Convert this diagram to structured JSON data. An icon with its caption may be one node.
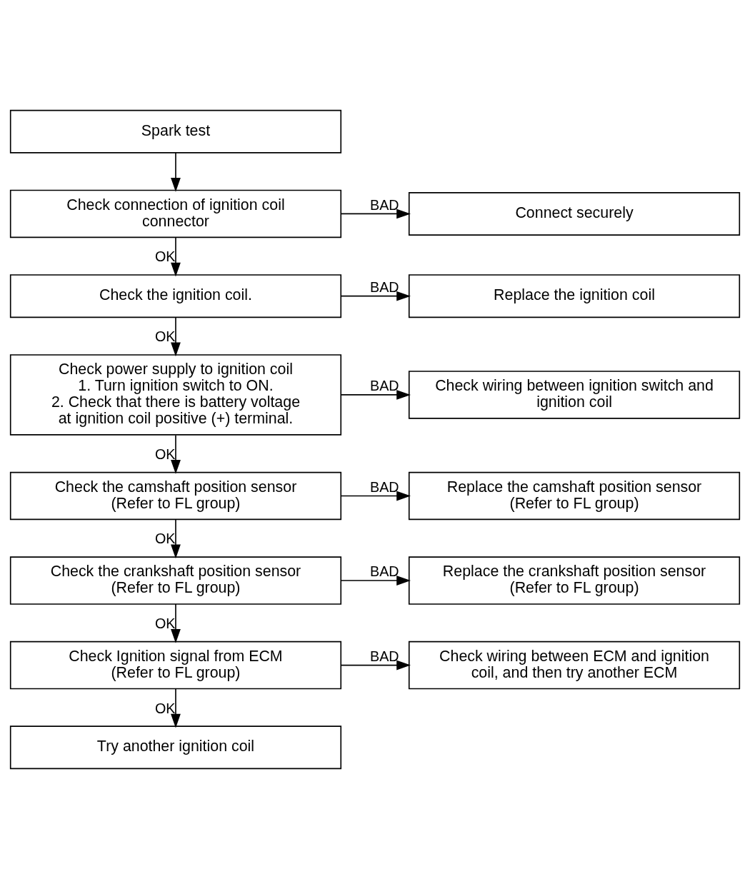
{
  "diagram": {
    "nodes": [
      {
        "text": [
          "Spark test"
        ]
      },
      {
        "text": [
          "Check connection of ignition coil connector"
        ]
      },
      {
        "text": [
          "Connect securely"
        ]
      },
      {
        "text": [
          "Check the ignition coil."
        ]
      },
      {
        "text": [
          "Replace the ignition coil"
        ]
      },
      {
        "text": [
          "Check power supply to ignition coil",
          "1. Turn ignition switch to ON.",
          "2. Check that there is battery voltage at ignition coil positive (+) terminal."
        ]
      },
      {
        "text": [
          "Check wiring between ignition switch and ignition coil"
        ]
      },
      {
        "text": [
          "Check the camshaft position sensor",
          "(Refer to FL group)"
        ]
      },
      {
        "text": [
          "Replace the camshaft position sensor",
          "(Refer to FL group)"
        ]
      },
      {
        "text": [
          "Check the crankshaft position sensor",
          "(Refer to FL group)"
        ]
      },
      {
        "text": [
          "Replace the crankshaft position sensor",
          "(Refer to FL group)"
        ]
      },
      {
        "text": [
          "Check Ignition signal from ECM",
          "(Refer to FL group)"
        ]
      },
      {
        "text": [
          "Check wiring between ECM and ignition coil, and then try another ECM"
        ]
      },
      {
        "text": [
          "Try another ignition coil"
        ]
      }
    ],
    "edges": [
      {
        "from": 0,
        "to": 1,
        "arrow": "to"
      },
      {
        "from": 1,
        "to": 2,
        "arrow": "to",
        "label": "BAD"
      },
      {
        "from": 1,
        "to": 3,
        "arrow": "to",
        "label": "OK"
      },
      {
        "from": 3,
        "to": 4,
        "arrow": "to",
        "label": "BAD"
      },
      {
        "from": 3,
        "to": 5,
        "arrow": "to",
        "label": "OK"
      },
      {
        "from": 5,
        "to": 6,
        "arrow": "to",
        "label": "BAD"
      },
      {
        "from": 5,
        "to": 7,
        "arrow": "to",
        "label": "OK"
      },
      {
        "from": 7,
        "to": 8,
        "arrow": "to",
        "label": "BAD"
      },
      {
        "from": 7,
        "to": 9,
        "arrow": "to",
        "label": "OK"
      },
      {
        "from": 9,
        "to": 10,
        "arrow": "to",
        "label": "BAD"
      },
      {
        "from": 9,
        "to": 11,
        "arrow": "to",
        "label": "OK"
      },
      {
        "from": 11,
        "to": 12,
        "arrow": "to",
        "label": "BAD"
      },
      {
        "from": 11,
        "to": 13,
        "arrow": "to",
        "label": "OK"
      }
    ]
  }
}
